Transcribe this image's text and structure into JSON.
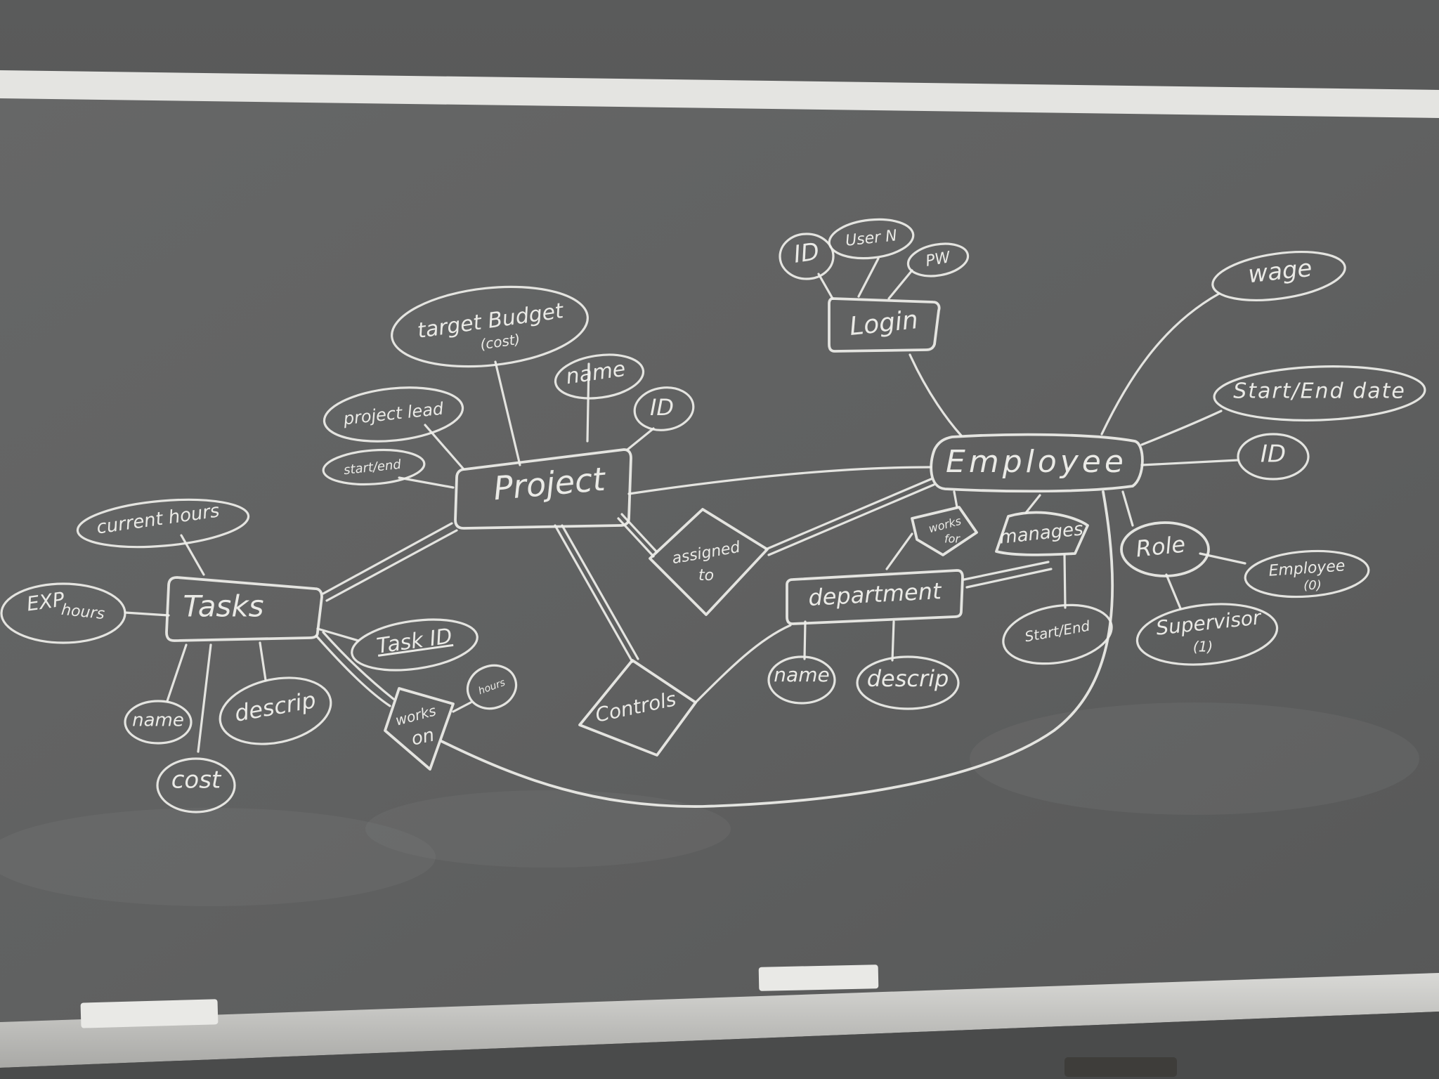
{
  "entities": {
    "project": "Project",
    "tasks": "Tasks",
    "employee": "Employee",
    "login": "Login",
    "department": "department"
  },
  "relationships": {
    "assigned_to": [
      "assigned",
      "to"
    ],
    "controls": "Controls",
    "works_on": [
      "works",
      "on"
    ],
    "works_for": [
      "works",
      "for"
    ],
    "manages": "manages",
    "role": "Role"
  },
  "attributes": {
    "project": {
      "target_budget": [
        "target Budget",
        "(cost)"
      ],
      "name": "name",
      "id": "ID",
      "project_lead": "project lead",
      "start_end": "start/end"
    },
    "tasks": {
      "current_hours": "current hours",
      "exp_hours": [
        "EXP",
        "hours"
      ],
      "task_id": "Task ID",
      "name": "name",
      "descrip": "descrip",
      "cost": "cost"
    },
    "works_on": {
      "hours": "hours"
    },
    "login": {
      "id": "ID",
      "user_n": "User N",
      "pw": "PW"
    },
    "employee": {
      "wage": "wage",
      "start_end_date": "Start/End date",
      "id": "ID"
    },
    "role": {
      "employee": [
        "Employee",
        "(0)"
      ],
      "supervisor": [
        "Supervisor",
        "(1)"
      ]
    },
    "manages": {
      "start_end": "Start/End"
    },
    "department": {
      "name": "name",
      "descrip": "descrip"
    }
  }
}
